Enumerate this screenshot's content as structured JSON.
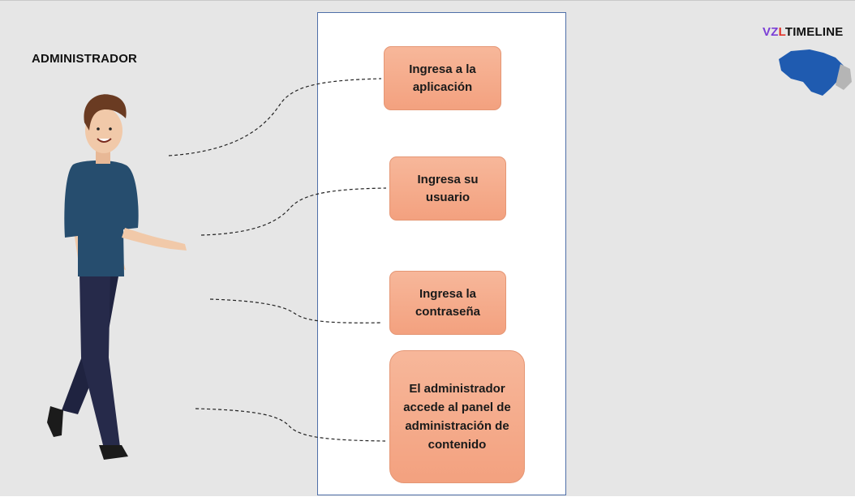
{
  "actor": {
    "label": "ADMINISTRADOR"
  },
  "steps": [
    {
      "text": "Ingresa a la aplicación"
    },
    {
      "text": "Ingresa su usuario"
    },
    {
      "text": "Ingresa la contraseña"
    },
    {
      "text": "El administrador accede al panel de administración de contenido"
    }
  ],
  "logo": {
    "part1": "VZ",
    "part2": "L",
    "part3": "TIMELINE"
  },
  "colors": {
    "step_fill": "#f3a17f",
    "system_border": "#4f6fa8",
    "logo_purple": "#7b3fd6",
    "logo_red": "#e0342a",
    "map_blue": "#1f5bb0"
  }
}
